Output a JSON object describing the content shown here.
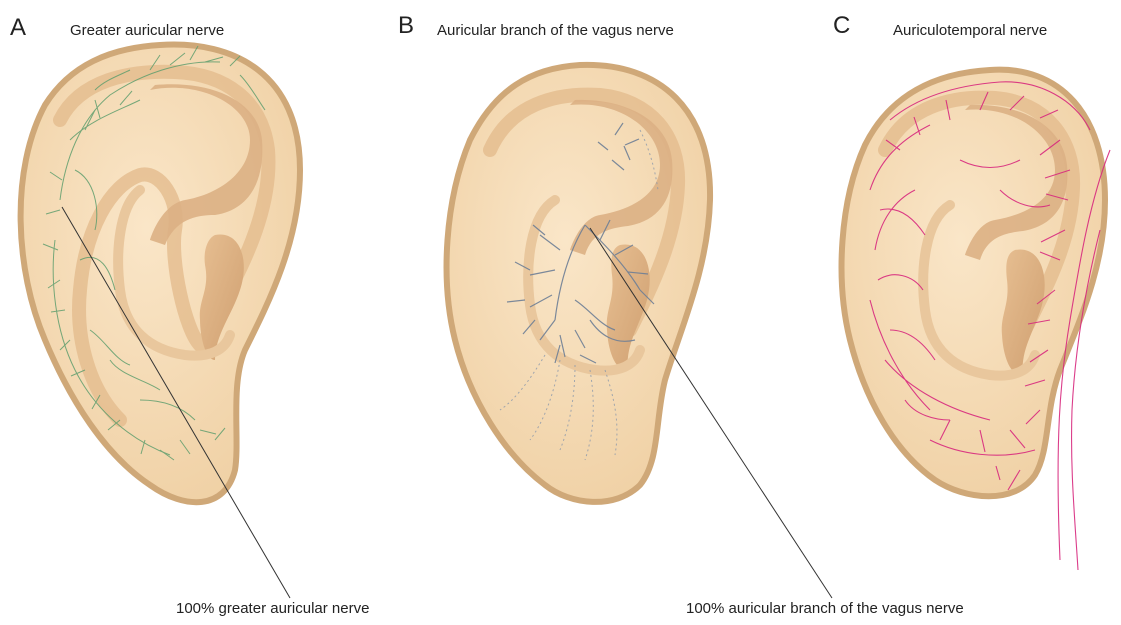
{
  "panels": [
    {
      "letter": "A",
      "title": "Greater auricular nerve",
      "nerve_color": "#5f9e6e"
    },
    {
      "letter": "B",
      "title": "Auricular branch of the vagus nerve",
      "nerve_color": "#6e7f96"
    },
    {
      "letter": "C",
      "title": "Auriculotemporal nerve",
      "nerve_color": "#d8297e"
    }
  ],
  "callouts": [
    {
      "text": "100% greater auricular nerve"
    },
    {
      "text": "100% auricular branch of the vagus nerve"
    }
  ],
  "colors": {
    "skin": "#f5dcb6",
    "rim": "#cfa878",
    "fold": "#e6c195",
    "concha": "#d9ad80"
  }
}
